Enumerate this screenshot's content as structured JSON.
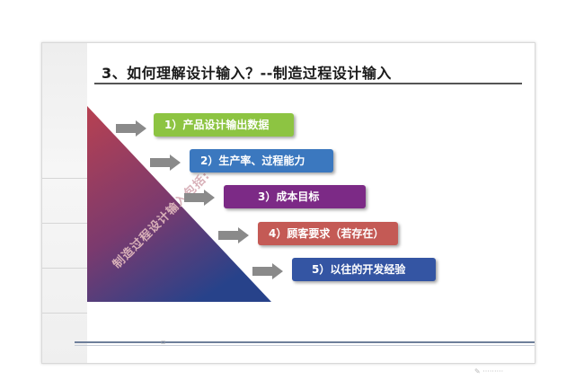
{
  "title": "3、如何理解设计输入？--制造过程设计输入",
  "diagram": {
    "triangle_label": "制造过程设计输入包括:",
    "items": [
      {
        "label": "1）产品设计输出数据",
        "color": "#8dc442"
      },
      {
        "label": "2）生产率、过程能力",
        "color": "#3b78bf"
      },
      {
        "label": "3）成本目标",
        "color": "#7c2a86"
      },
      {
        "label": "4）顾客要求（若存在）",
        "color": "#c45a55"
      },
      {
        "label": "5）以往的开发经验",
        "color": "#3455a3"
      }
    ],
    "triangle_colors": {
      "top": "#b84151",
      "bottom": "#27428a"
    },
    "arrow_color": "#8a8a8a"
  }
}
